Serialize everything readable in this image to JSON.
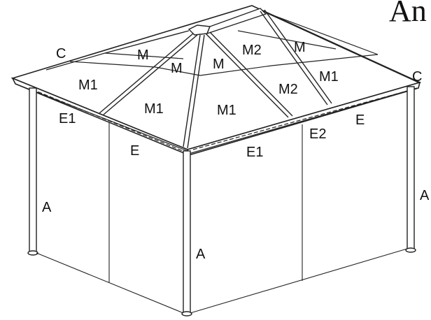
{
  "title": "An",
  "labels": {
    "corner_left": "C",
    "corner_right": "C",
    "m_left": "M",
    "m_left_inner": "M",
    "m_center": "M",
    "m_right": "M",
    "m2_top": "M2",
    "m2_right": "M2",
    "m1_left_panel": "M1",
    "m1_left_front": "M1",
    "m1_center_front": "M1",
    "m1_right": "M1",
    "e1_left": "E1",
    "e_front_left": "E",
    "e1_front_right": "E1",
    "e2_right": "E2",
    "e_right": "E",
    "a_left_post": "A",
    "a_center_post": "A",
    "a_right_post": "A"
  }
}
